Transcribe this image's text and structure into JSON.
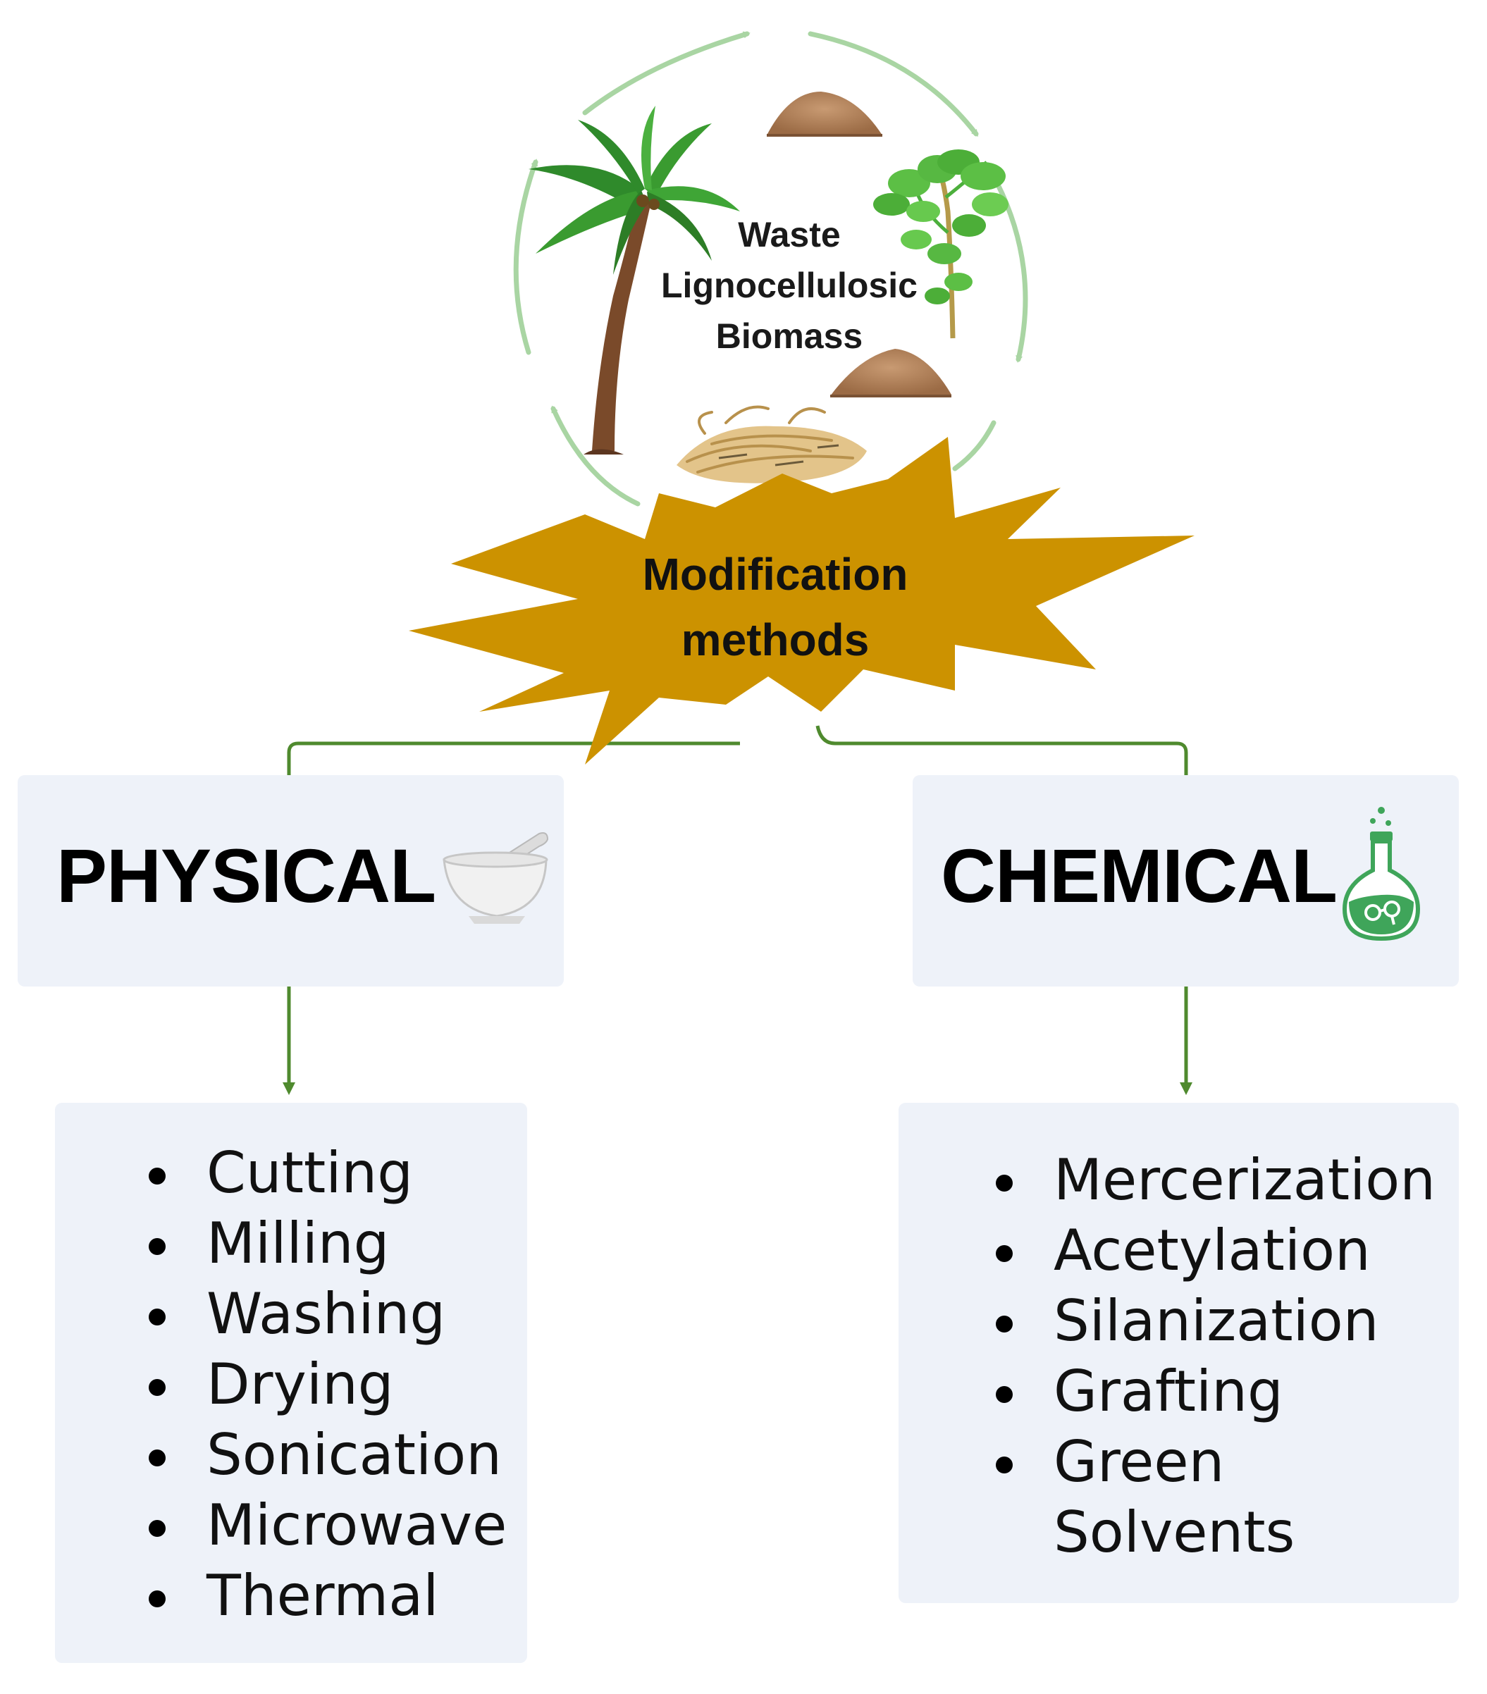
{
  "center": {
    "cycle_label_line1": "Waste",
    "cycle_label_line2": "Lignocellulosic",
    "cycle_label_line3": "Biomass",
    "burst_label_line1": "Modification",
    "burst_label_line2": "methods"
  },
  "physical": {
    "title": "PHYSICAL",
    "items": [
      "Cutting",
      "Milling",
      "Washing",
      "Drying",
      "Sonication",
      "Microwave",
      "Thermal"
    ]
  },
  "chemical": {
    "title": "CHEMICAL",
    "items": [
      "Mercerization",
      "Acetylation",
      "Silanization",
      "Grafting",
      "Green Solvents"
    ]
  },
  "colors": {
    "cycle_arrow": "#a9d5a3",
    "burst": "#cc9200",
    "connector": "#4f8a2e",
    "panel": "#eef2f9"
  },
  "icons": [
    "palm-tree-icon",
    "plant-icon",
    "sawdust-pile-icon",
    "straw-fiber-icon",
    "mortar-pestle-icon",
    "flask-icon"
  ]
}
